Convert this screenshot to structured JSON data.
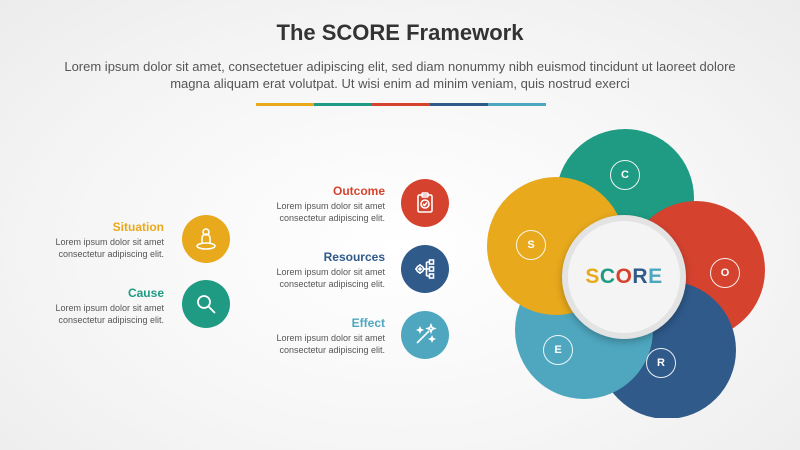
{
  "header": {
    "title": "The SCORE Framework",
    "description": "Lorem ipsum dolor sit amet, consectetuer adipiscing elit, sed diam nonummy nibh euismod tincidunt ut laoreet dolore magna aliquam erat volutpat. Ut wisi enim ad minim veniam, quis nostrud exerci"
  },
  "divider_colors": [
    "#e8a91c",
    "#1f9b83",
    "#d5432f",
    "#2f5a8a",
    "#4ea7bf"
  ],
  "items": [
    {
      "key": "situation",
      "title": "Situation",
      "text_line1": "Lorem ipsum dolor sit amet",
      "text_line2": "consectetur adipiscing elit.",
      "color": "#e8a91c",
      "icon": "person-on-target-icon"
    },
    {
      "key": "cause",
      "title": "Cause",
      "text_line1": "Lorem ipsum dolor sit amet",
      "text_line2": "consectetur adipiscing elit.",
      "color": "#1f9b83",
      "icon": "magnifier-icon"
    },
    {
      "key": "outcome",
      "title": "Outcome",
      "text_line1": "Lorem ipsum dolor sit amet",
      "text_line2": "consectetur adipiscing elit.",
      "color": "#d5432f",
      "icon": "clipboard-check-icon"
    },
    {
      "key": "resources",
      "title": "Resources",
      "text_line1": "Lorem ipsum dolor sit amet",
      "text_line2": "consectetur adipiscing elit.",
      "color": "#2f5a8a",
      "icon": "gear-network-icon"
    },
    {
      "key": "effect",
      "title": "Effect",
      "text_line1": "Lorem ipsum dolor sit amet",
      "text_line2": "consectetur adipiscing elit.",
      "color": "#4ea7bf",
      "icon": "magic-wand-icon"
    }
  ],
  "diagram": {
    "center_word": "SCORE",
    "center_letter_colors": [
      "#e8a91c",
      "#1f9b83",
      "#d5432f",
      "#2f5a8a",
      "#4ea7bf"
    ],
    "petals": [
      {
        "letter": "C",
        "color": "#1f9b83"
      },
      {
        "letter": "O",
        "color": "#d5432f"
      },
      {
        "letter": "R",
        "color": "#2f5a8a"
      },
      {
        "letter": "E",
        "color": "#4ea7bf"
      },
      {
        "letter": "S",
        "color": "#e8a91c"
      }
    ]
  }
}
